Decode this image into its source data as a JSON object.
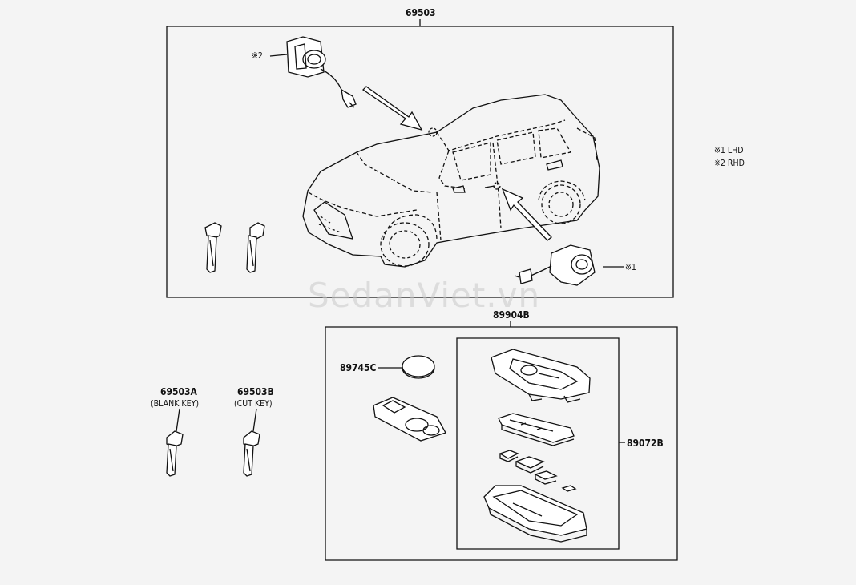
{
  "labels": {
    "assembly_main": "69503",
    "lock_rhd": "※2",
    "lock_lhd": "※1",
    "note_lhd": "※1 LHD",
    "note_rhd": "※2 RHD",
    "transmitter_set": "89904B",
    "battery": "89745C",
    "transmitter_housing": "89072B",
    "blank_key_no": "69503A",
    "blank_key_desc": "(BLANK KEY)",
    "cut_key_no": "69503B",
    "cut_key_desc": "(CUT KEY)"
  },
  "watermark": "SedanViet.vn",
  "colors": {
    "background": "#f4f4f4",
    "line": "#111111"
  }
}
